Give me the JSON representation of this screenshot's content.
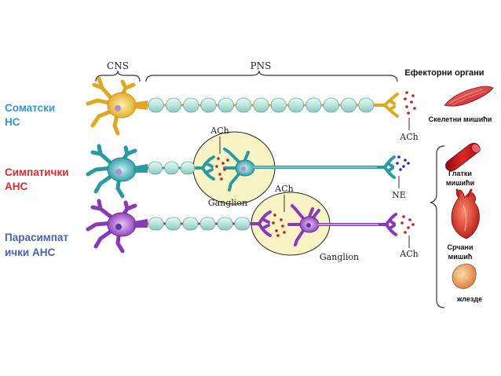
{
  "header": {
    "cns": "CNS",
    "pns": "PNS",
    "effectors": "Ефекторни органи"
  },
  "rows": {
    "somatic": {
      "line1": "Соматски",
      "line2": "НС",
      "color": "#2a9ad6"
    },
    "sympathetic": {
      "line1": "Симпатички",
      "line2": "АНС",
      "color": "#e0282c"
    },
    "parasympathetic": {
      "line1": "Парасимпат",
      "line2": "ички  АНС",
      "color": "#4a63b0"
    }
  },
  "labels": {
    "ach_somatic_end": "ACh",
    "ach_sym_ganglion": "ACh",
    "ganglion_sym": "Ganglion",
    "ne_sym_end": "NE",
    "ach_para_ganglion": "ACh",
    "ganglion_para": "Ganglion",
    "ach_para_end": "ACh"
  },
  "organs": {
    "skeletal": "Скелетни мишићи",
    "smooth_1": "Глатки",
    "smooth_2": "мишићи",
    "heart_1": "Срчани",
    "heart_2": "мишић",
    "glands": "жлезде"
  },
  "colors": {
    "somatic_neuron": "#e8b830",
    "sympathetic_neuron": "#3aaab0",
    "parasympathetic_neuron": "#9a4bc0",
    "myelin": "#bfe6e0",
    "ganglion_fill": "#f7f3c4",
    "ach_dot": "#cc1a1a",
    "ne_dot": "#1a2bc4"
  }
}
